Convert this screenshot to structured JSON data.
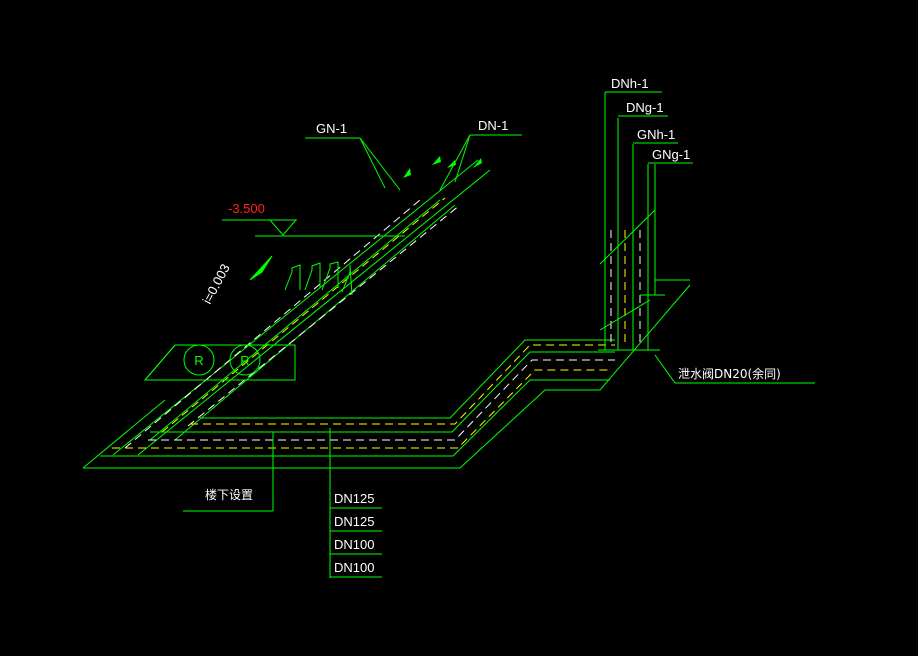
{
  "labels": {
    "gn1": "GN-1",
    "dn1": "DN-1",
    "dnh1": "DNh-1",
    "dng1": "DNg-1",
    "gnh1": "GNh-1",
    "gng1": "GNg-1",
    "elevation": "-3.500",
    "slope": "i=0.003",
    "pump_symbol": "R",
    "valve_note": "泄水阀DN20(余同)",
    "lower_note": "楼下设置",
    "pipe_sizes": [
      "DN125",
      "DN125",
      "DN100",
      "DN100"
    ]
  },
  "colors": {
    "background": "#000000",
    "lines": "#00ff00",
    "text": "#ffffff",
    "elevation": "#ff2020",
    "dashed_supply": "#ffffff",
    "dashed_return": "#ffff00"
  }
}
